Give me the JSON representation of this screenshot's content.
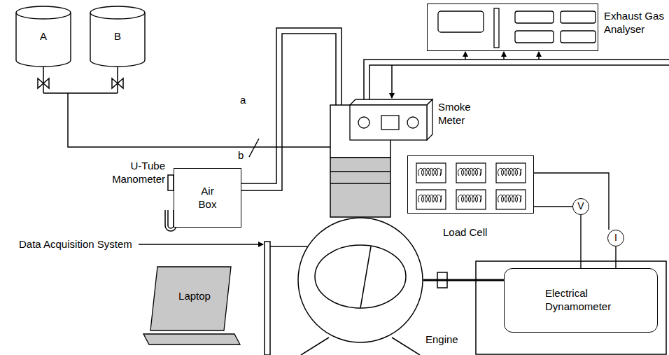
{
  "diagram": {
    "nodes": [
      {
        "text": [
          "A"
        ]
      },
      {
        "text": [
          "B"
        ]
      },
      {
        "text": [
          "Exhaust Gas Analyser"
        ]
      },
      {
        "text": [
          "Smoke Meter"
        ]
      },
      {
        "text": [
          "Air Box"
        ]
      },
      {
        "text": [
          "Load Cell"
        ]
      },
      {
        "text": [
          "V"
        ]
      },
      {
        "text": [
          "I"
        ]
      },
      {
        "text": [
          "Laptop"
        ]
      },
      {
        "text": [
          "Engine"
        ]
      },
      {
        "text": [
          "Electrical Dynamometer"
        ]
      }
    ],
    "edges": [
      {
        "from": 5,
        "to": 6,
        "arrow": "none"
      },
      {
        "from": 5,
        "to": 7,
        "arrow": "none"
      },
      {
        "from": 6,
        "to": 10,
        "arrow": "none"
      },
      {
        "from": 7,
        "to": 10,
        "arrow": "none"
      },
      {
        "from": 9,
        "to": 10,
        "arrow": "none"
      }
    ],
    "labels": [
      "a",
      "b",
      "U-Tube Manometer",
      "Data Acquisition System"
    ]
  }
}
